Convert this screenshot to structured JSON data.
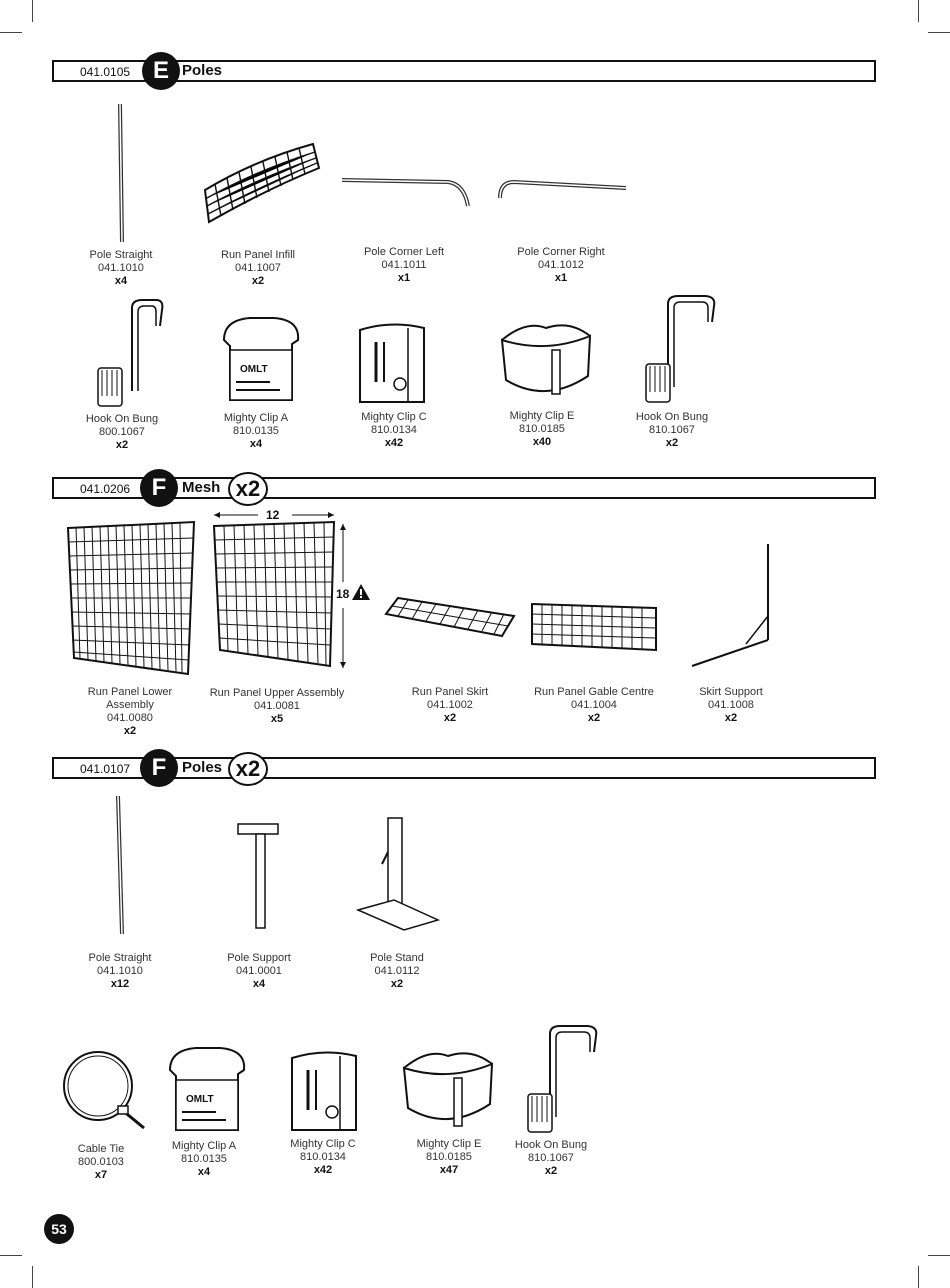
{
  "section_e": {
    "code": "041.0105",
    "badge": "E",
    "title": "Poles",
    "parts": [
      {
        "name": "Pole Straight",
        "code": "041.1010",
        "qty": "x4"
      },
      {
        "name": "Run Panel Infill",
        "code": "041.1007",
        "qty": "x2"
      },
      {
        "name": "Pole Corner Left",
        "code": "041.1011",
        "qty": "x1"
      },
      {
        "name": "Pole Corner Right",
        "code": "041.1012",
        "qty": "x1"
      },
      {
        "name": "Hook On Bung",
        "code": "800.1067",
        "qty": "x2"
      },
      {
        "name": "Mighty Clip A",
        "code": "810.0135",
        "qty": "x4"
      },
      {
        "name": "Mighty Clip C",
        "code": "810.0134",
        "qty": "x42"
      },
      {
        "name": "Mighty Clip E",
        "code": "810.0185",
        "qty": "x40"
      },
      {
        "name": "Hook On Bung",
        "code": "810.1067",
        "qty": "x2"
      }
    ]
  },
  "section_f_mesh": {
    "code": "041.0206",
    "badge": "F",
    "title": "Mesh",
    "multiplier": "x2",
    "dim_width": "12",
    "dim_height": "18",
    "parts": [
      {
        "name": "Run Panel Lower Assembly",
        "code": "041.0080",
        "qty": "x2"
      },
      {
        "name": "Run Panel Upper Assembly",
        "code": "041.0081",
        "qty": "x5"
      },
      {
        "name": "Run Panel Skirt",
        "code": "041.1002",
        "qty": "x2"
      },
      {
        "name": "Run Panel Gable Centre",
        "code": "041.1004",
        "qty": "x2"
      },
      {
        "name": "Skirt Support",
        "code": "041.1008",
        "qty": "x2"
      }
    ]
  },
  "section_f_poles": {
    "code": "041.0107",
    "badge": "F",
    "title": "Poles",
    "multiplier": "x2",
    "parts": [
      {
        "name": "Pole Straight",
        "code": "041.1010",
        "qty": "x12"
      },
      {
        "name": "Pole Support",
        "code": "041.0001",
        "qty": "x4"
      },
      {
        "name": "Pole Stand",
        "code": "041.0112",
        "qty": "x2"
      },
      {
        "name": "Cable Tie",
        "code": "800.0103",
        "qty": "x7"
      },
      {
        "name": "Mighty Clip A",
        "code": "810.0135",
        "qty": "x4"
      },
      {
        "name": "Mighty Clip C",
        "code": "810.0134",
        "qty": "x42"
      },
      {
        "name": "Mighty Clip E",
        "code": "810.0185",
        "qty": "x47"
      },
      {
        "name": "Hook On Bung",
        "code": "810.1067",
        "qty": "x2"
      }
    ]
  },
  "page_number": "53"
}
